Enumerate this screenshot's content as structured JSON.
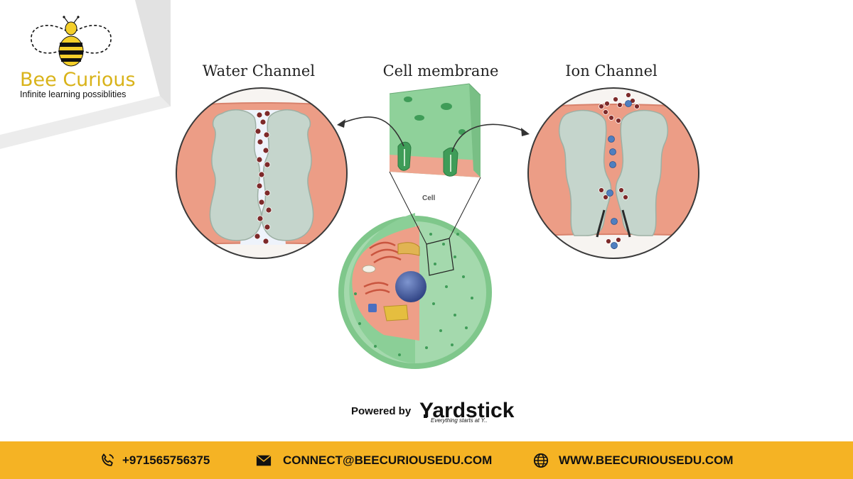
{
  "brand": {
    "name": "Bee Curious",
    "tagline": "Infinite learning possiblities"
  },
  "diagram": {
    "labels": {
      "water_channel": "Water Channel",
      "cell_membrane": "Cell membrane",
      "ion_channel": "Ion Channel",
      "cell": "Cell"
    }
  },
  "powered": {
    "prefix": "Powered by",
    "brand": "Yardstick",
    "tagline": "Everything starts at Y.."
  },
  "footer": {
    "phone": "+971565756375",
    "email": "CONNECT@BEECURIOUSEDU.COM",
    "website": "WWW.BEECURIOUSEDU.COM"
  },
  "colors": {
    "accent_yellow": "#f5b324",
    "membrane_green": "#8fd19a",
    "tissue_pink": "#ec9d86",
    "channel_grey": "#c5d5cc",
    "water_molecule": "#7d2a2a",
    "ion_blue": "#4f7fc0"
  }
}
